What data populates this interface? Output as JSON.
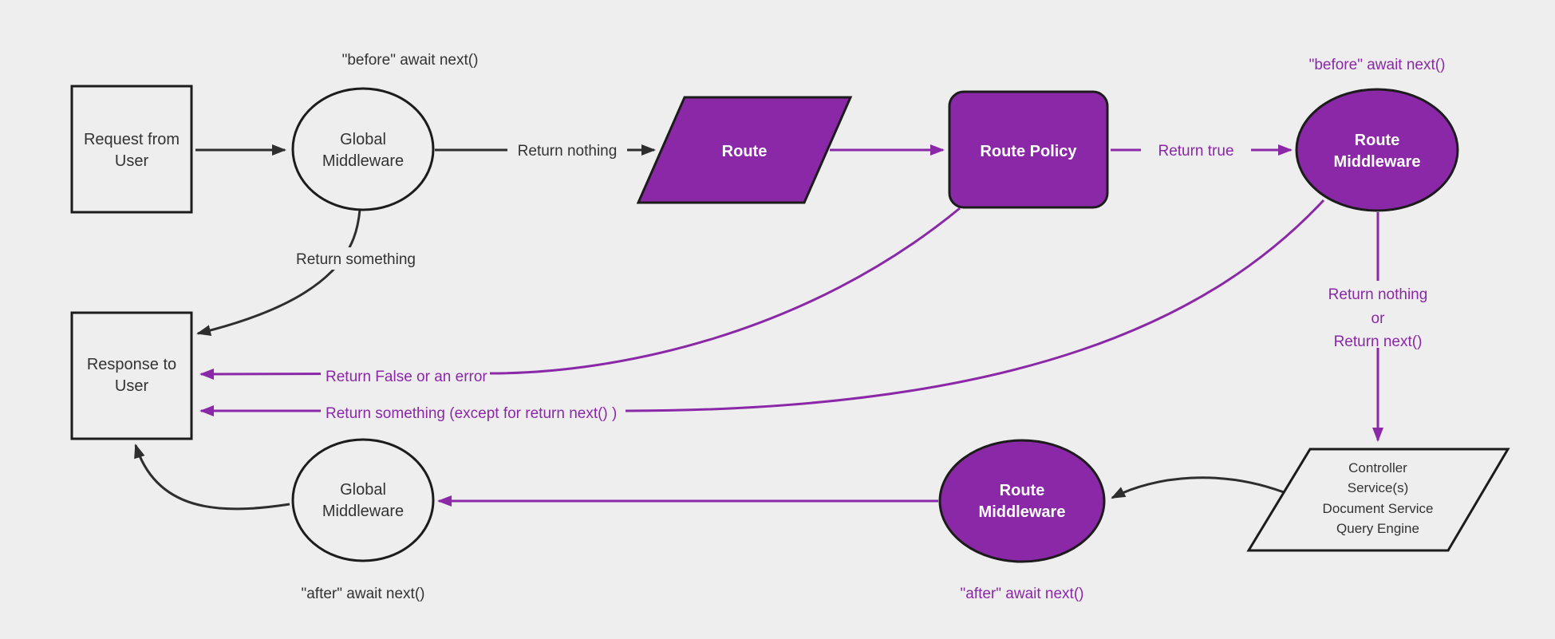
{
  "colors": {
    "background": "#eeeeee",
    "purple": "#8a28a8",
    "black_line": "#2e2e2e",
    "node_border": "#1c1c1c",
    "node_text": "#333333",
    "node_text_on_purple": "#ffffff"
  },
  "nodes": {
    "request": {
      "line1": "Request from",
      "line2": "User"
    },
    "global_mw_top": {
      "line1": "Global",
      "line2": "Middleware"
    },
    "route": {
      "label": "Route"
    },
    "route_policy": {
      "label": "Route Policy"
    },
    "route_mw_top": {
      "line1": "Route",
      "line2": "Middleware"
    },
    "services": {
      "line1": "Controller",
      "line2": "Service(s)",
      "line3": "Document Service",
      "line4": "Query Engine"
    },
    "route_mw_bottom": {
      "line1": "Route",
      "line2": "Middleware"
    },
    "global_mw_bottom": {
      "line1": "Global",
      "line2": "Middleware"
    },
    "response": {
      "line1": "Response to",
      "line2": "User"
    }
  },
  "edge_labels": {
    "before_await_left": "\"before\" await next()",
    "return_nothing": "Return nothing",
    "return_true": "Return true",
    "before_await_right": "\"before\" await next()",
    "return_nothing_or_1": "Return nothing",
    "return_nothing_or_2": "or",
    "return_nothing_or_3": "Return next()",
    "after_await_right": "\"after\" await next()",
    "after_await_left": "\"after\" await next()",
    "return_something": "Return something",
    "return_false": "Return False or an error",
    "return_something_except": "Return something (except for return next() )"
  }
}
